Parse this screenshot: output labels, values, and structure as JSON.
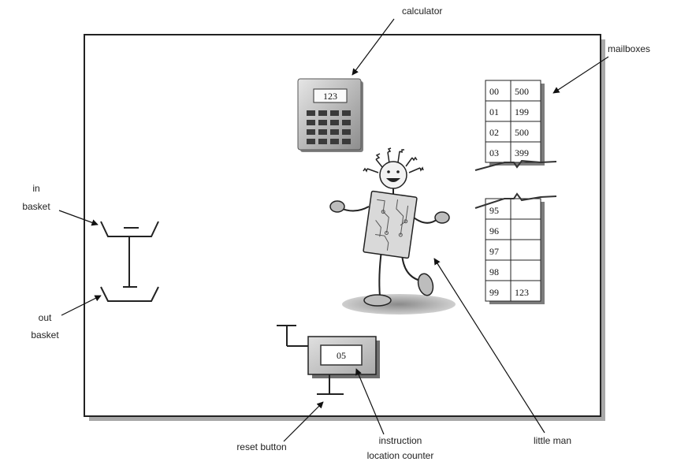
{
  "labels": {
    "calculator": "calculator",
    "mailboxes": "mailboxes",
    "in_basket": [
      "in",
      "basket"
    ],
    "out_basket": [
      "out",
      "basket"
    ],
    "reset_button": "reset button",
    "instruction_counter": [
      "instruction",
      "location counter"
    ],
    "little_man": "little man"
  },
  "calculator": {
    "display": "123"
  },
  "counter": {
    "display": "05"
  },
  "mailboxes": {
    "top": [
      {
        "address": "00",
        "value": "500"
      },
      {
        "address": "01",
        "value": "199"
      },
      {
        "address": "02",
        "value": "500"
      },
      {
        "address": "03",
        "value": "399"
      }
    ],
    "bottom": [
      {
        "address": "95",
        "value": ""
      },
      {
        "address": "96",
        "value": ""
      },
      {
        "address": "97",
        "value": ""
      },
      {
        "address": "98",
        "value": ""
      },
      {
        "address": "99",
        "value": "123"
      }
    ]
  },
  "colors": {
    "frame": "#222222",
    "shadow": "#9a9a9a",
    "metal": "#c8c8c8",
    "ink": "#111111"
  },
  "icons": {
    "man": "little-man-figure",
    "calculator": "calculator-icon",
    "basket": "tray-icon"
  }
}
